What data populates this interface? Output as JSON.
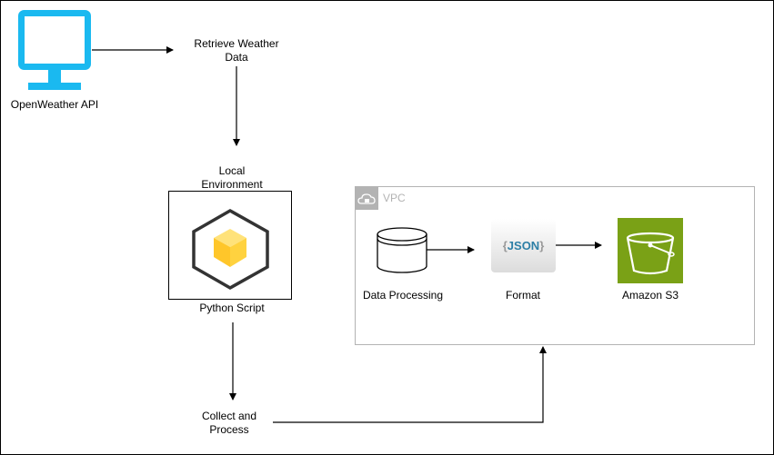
{
  "nodes": {
    "api": "OpenWeather API",
    "retrieve": "Retrieve Weather\nData",
    "local_env": "Local\nEnvironment",
    "python": "Python Script",
    "collect": "Collect and\nProcess",
    "vpc": "VPC",
    "processing": "Data Processing",
    "format": "Format",
    "s3": "Amazon S3",
    "json_badge": "JSON"
  },
  "colors": {
    "monitor": "#1ab9f0",
    "python_cube": "#ffd23f",
    "s3_green": "#7aa116",
    "vpc_border": "#b3b3b3"
  },
  "icons": [
    "monitor-icon",
    "python-cube-icon",
    "database-icon",
    "json-icon",
    "s3-bucket-icon",
    "cloud-lock-icon"
  ]
}
